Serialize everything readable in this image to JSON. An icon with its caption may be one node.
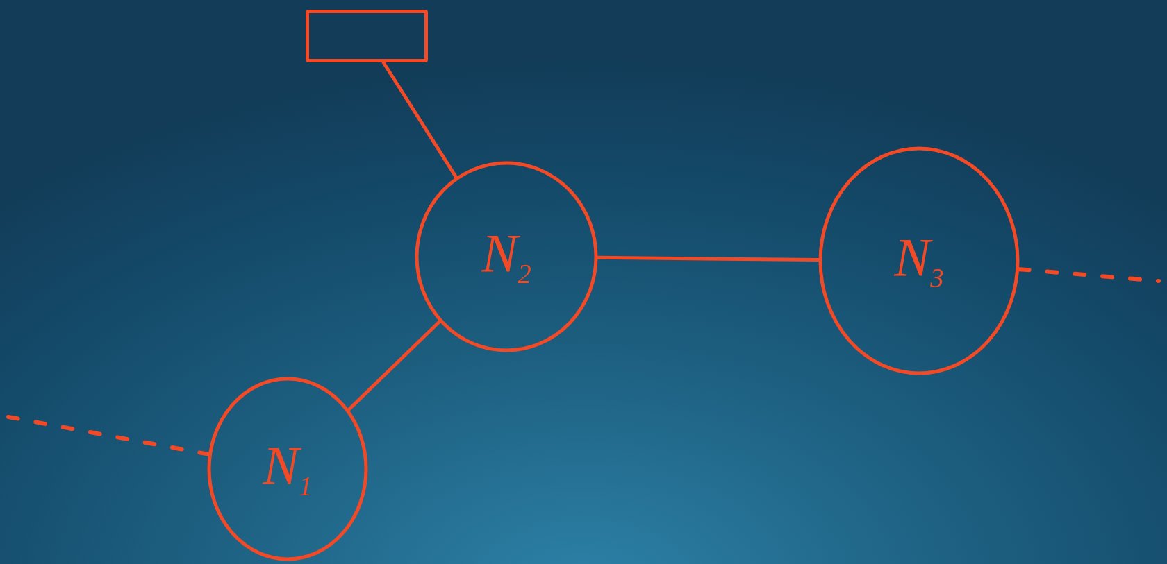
{
  "diagram": {
    "nodes": [
      {
        "text": [
          "N$_{1}$"
        ]
      },
      {
        "text": [
          "N$_{2}$"
        ]
      },
      {
        "text": [
          "N$_{3}$"
        ]
      },
      {
        "text": [],
        "shape": "box"
      }
    ],
    "edges": [
      {
        "from": 0,
        "to": 1,
        "arrow": "none"
      },
      {
        "from": 1,
        "to": 2,
        "arrow": "none"
      },
      {
        "from": 1,
        "to": 3,
        "arrow": "none"
      },
      {
        "from": null,
        "to": 0,
        "arrow": "none",
        "style": "dashed"
      },
      {
        "from": 2,
        "to": null,
        "arrow": "none",
        "style": "dashed"
      }
    ]
  }
}
